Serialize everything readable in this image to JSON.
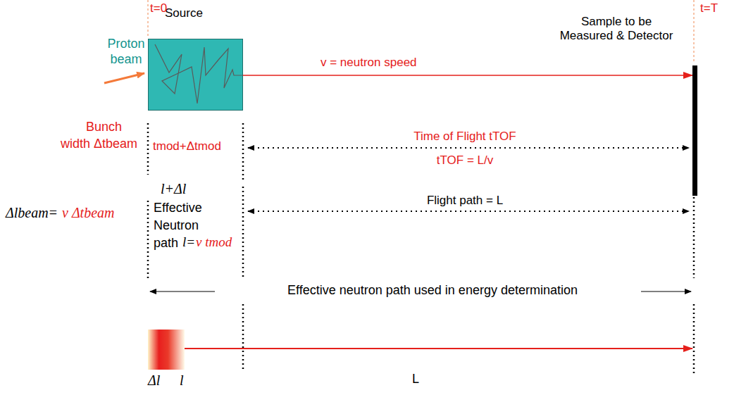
{
  "diagram": {
    "nodes": [
      {
        "text": [
          "Source"
        ]
      },
      {
        "text": [
          "Sample to be Measured & Detector"
        ]
      }
    ],
    "edges": [
      {
        "from": 0,
        "to": 1,
        "arrow": "to",
        "label": "v = neutron speed"
      }
    ],
    "labels": [
      "t=0",
      "Proton beam",
      "t=T",
      "Bunch",
      "width Δtbeam",
      "tmod+Δtmod",
      "Time of Flight tTOF",
      "tTOF = L/v",
      "Δlbeam=",
      "v Δtbeam",
      "l+Δl",
      "Effective Neutron path",
      "l=",
      "v tmod",
      "Flight path = L",
      "Effective neutron path used in energy determination",
      "Δl",
      "l",
      "L"
    ]
  }
}
